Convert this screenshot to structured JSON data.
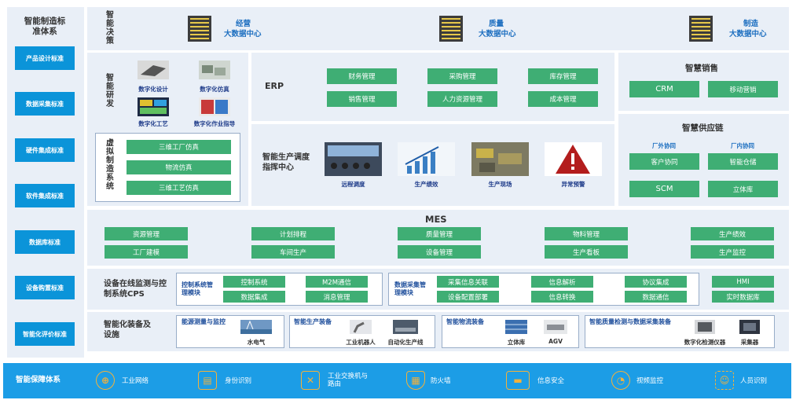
{
  "std": {
    "title": "智能制造标准体系",
    "items": [
      "产品设计标准",
      "数据采集标准",
      "硬件集成标准",
      "软件集成标准",
      "数据库标准",
      "设备购置标准",
      "智能化评价标准"
    ]
  },
  "decision": {
    "title": "智能决策",
    "centers": [
      {
        "top": "经营",
        "bottom": "大数据中心"
      },
      {
        "top": "质量",
        "bottom": "大数据中心"
      },
      {
        "top": "制造",
        "bottom": "大数据中心"
      }
    ]
  },
  "rd": {
    "title": "智能研发",
    "items": [
      "数字化设计",
      "数字化仿真",
      "数字化工艺",
      "数字化作业指导"
    ]
  },
  "vm": {
    "title": "虚拟制造系统",
    "items": [
      "三维工厂仿真",
      "物流仿真",
      "三维工艺仿真"
    ]
  },
  "erp": {
    "title": "ERP",
    "items": [
      "财务管理",
      "采购管理",
      "库存管理",
      "销售管理",
      "人力资源管理",
      "成本管理"
    ]
  },
  "dispatch": {
    "title": "智能生产调度指挥中心",
    "items": [
      "远程调度",
      "生产绩效",
      "生产现场",
      "异常预警"
    ]
  },
  "sales": {
    "title": "智慧销售",
    "items": [
      "CRM",
      "移动营销"
    ]
  },
  "supply": {
    "title": "智慧供应链",
    "out_label": "厂外协同",
    "in_label": "厂内协同",
    "items": [
      "客户协同",
      "智能仓储",
      "SCM",
      "立体库"
    ]
  },
  "mes": {
    "title": "MES",
    "items": [
      "资源管理",
      "计划排程",
      "质量管理",
      "物料管理",
      "生产绩效",
      "工厂建模",
      "车间生产",
      "设备管理",
      "生产看板",
      "生产监控"
    ]
  },
  "monitor": {
    "title": "设备在线监测与控制系统CPS",
    "ctrl_label": "控制系统管理模块",
    "ctrl_items": [
      "控制系统",
      "M2M通信",
      "数据集成",
      "消息管理"
    ],
    "daq_label": "数据采集管理模块",
    "daq_items": [
      "采集信息关联",
      "信息解析",
      "协议集成",
      "设备配置部署",
      "信息转换",
      "数据通信"
    ],
    "hmi_items": [
      "HMI",
      "实时数据库"
    ]
  },
  "equip": {
    "title": "智能化装备及设施",
    "groups": [
      {
        "label": "能源测量与监控",
        "items": [
          "水电气"
        ]
      },
      {
        "label": "智能生产装备",
        "items": [
          "工业机器人",
          "自动化生产线"
        ]
      },
      {
        "label": "智能物流装备",
        "items": [
          "立体库",
          "AGV"
        ]
      },
      {
        "label": "智能质量检测与数据采集装备",
        "items": [
          "数字化检测仪器",
          "采集器"
        ]
      }
    ]
  },
  "security": {
    "title": "智能保障体系",
    "items": [
      "工业网络",
      "身份识别",
      "工业交换机与路由",
      "防火墙",
      "信息安全",
      "视频监控",
      "人员识别"
    ]
  }
}
